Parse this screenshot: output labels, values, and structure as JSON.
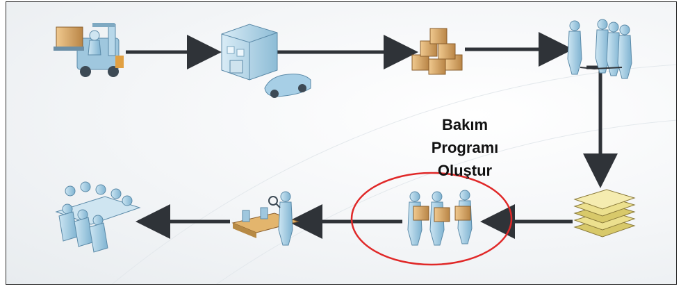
{
  "diagram": {
    "label": "Bakım\nProgramı\nOluştur",
    "nodes": [
      {
        "id": "forklift",
        "icon": "forklift-icon"
      },
      {
        "id": "factory",
        "icon": "factory-icon"
      },
      {
        "id": "boxes",
        "icon": "boxes-icon"
      },
      {
        "id": "team",
        "icon": "people-group-icon"
      },
      {
        "id": "documents",
        "icon": "document-stack-icon"
      },
      {
        "id": "workers",
        "icon": "workers-carrying-boxes-icon"
      },
      {
        "id": "inspection",
        "icon": "inspector-conveyor-icon"
      },
      {
        "id": "meeting",
        "icon": "meeting-table-icon"
      }
    ],
    "colors": {
      "arrow": "#2f3338",
      "highlight": "#e02828",
      "figure": "#a9cfe4",
      "box": "#d9a86a"
    }
  }
}
